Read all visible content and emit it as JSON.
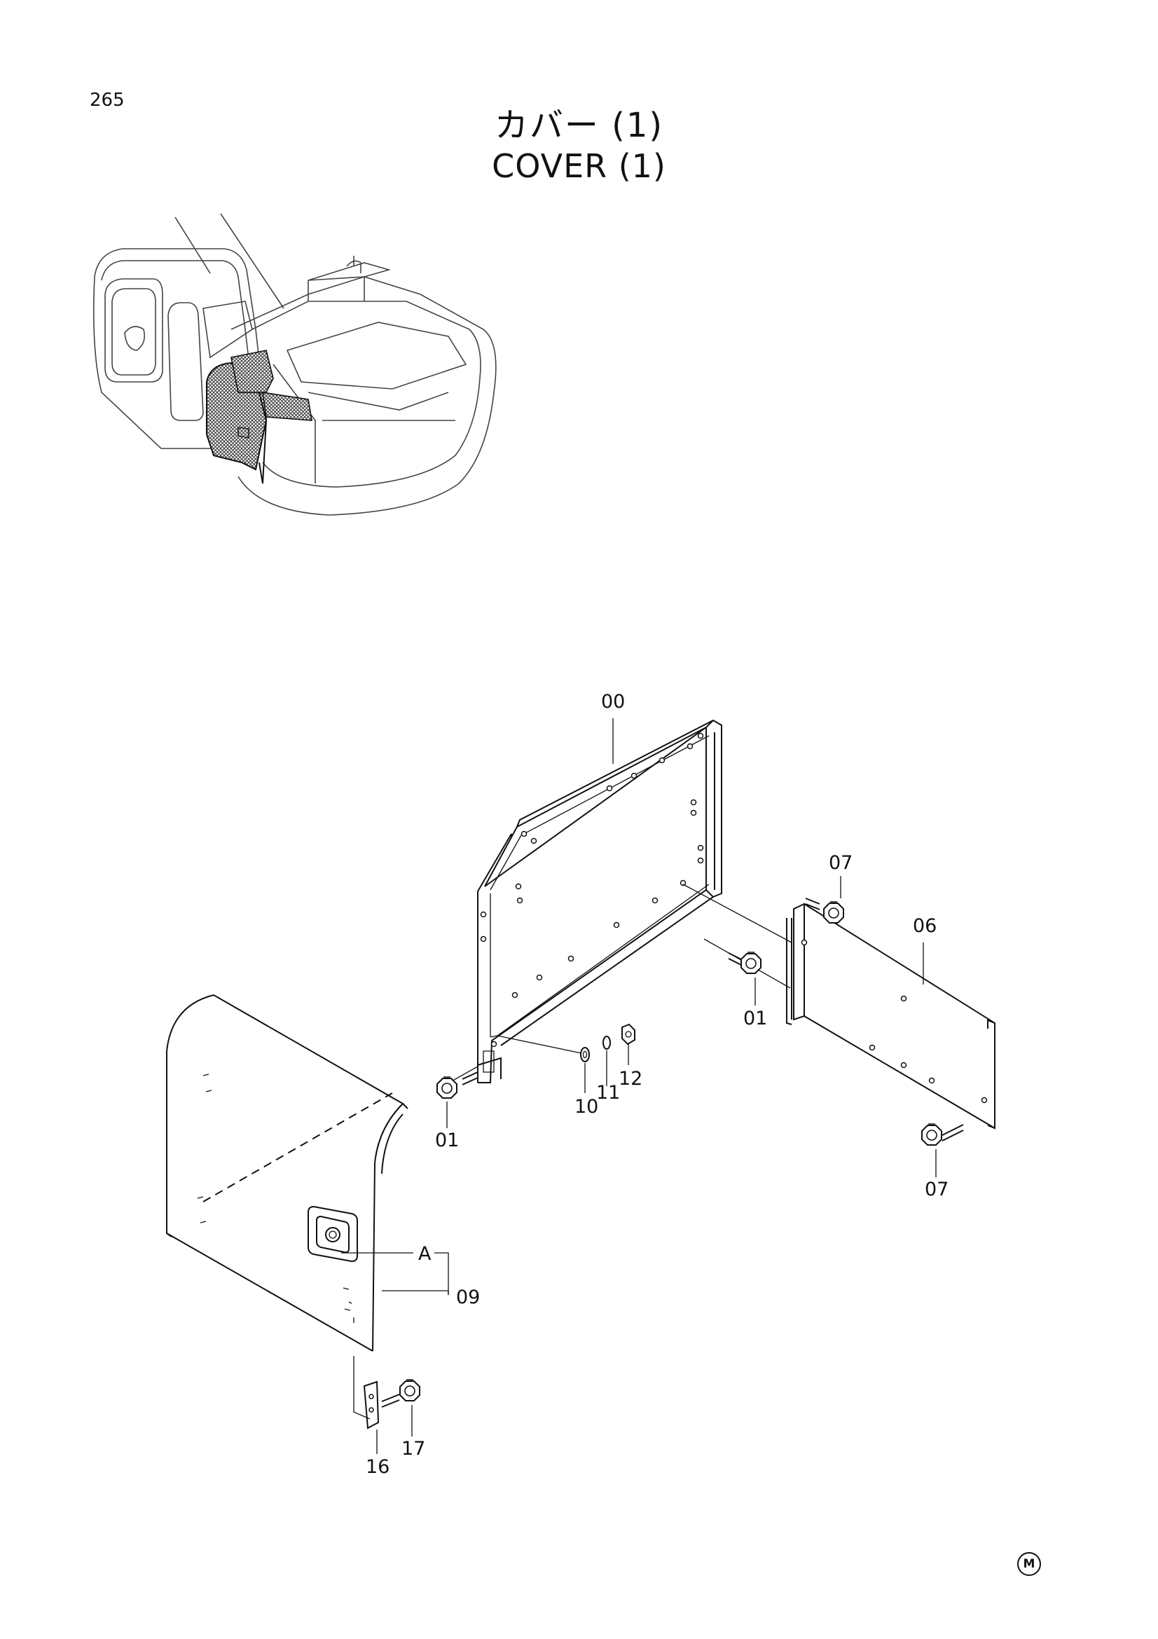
{
  "page": {
    "number": "265"
  },
  "title": {
    "japanese": "カバー (1)",
    "english": "COVER (1)"
  },
  "callouts": {
    "c00": "00",
    "c07_top": "07",
    "c06": "06",
    "c01_right": "01",
    "c12": "12",
    "c11": "11",
    "c10": "10",
    "c01_left": "01",
    "c07_bottom": "07",
    "cA": "A",
    "c09": "09",
    "c16": "16",
    "c17": "17"
  },
  "footer": {
    "mark": "M"
  }
}
